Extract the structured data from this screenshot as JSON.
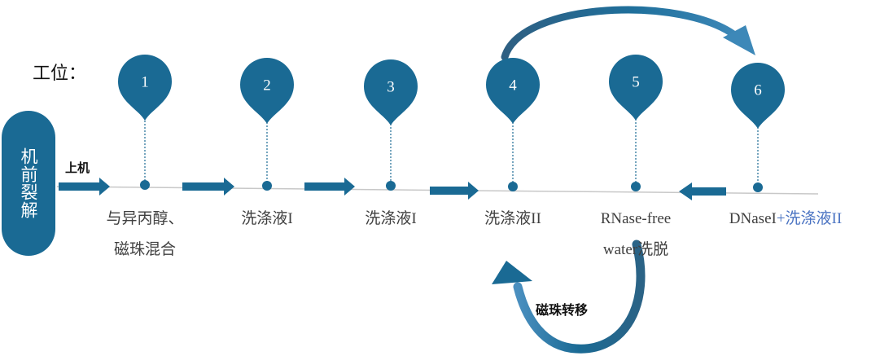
{
  "title": "工位：",
  "pre_step": "机前裂解",
  "load_label": "上机",
  "transfer_label": "磁珠转移",
  "stations": [
    {
      "num": "1",
      "line1": "与异丙醇、",
      "line2": "磁珠混合"
    },
    {
      "num": "2",
      "line1": "洗涤液I",
      "line2": ""
    },
    {
      "num": "3",
      "line1": "洗涤液I",
      "line2": ""
    },
    {
      "num": "4",
      "line1": "洗涤液II",
      "line2": ""
    },
    {
      "num": "5",
      "line1": "RNase-free",
      "line2": "water洗脱"
    },
    {
      "num": "6",
      "line1_a": "DNaseI",
      "line1_b": "+洗涤液II"
    }
  ],
  "colors": {
    "primary": "#1a6a94",
    "accent": "#4a73c2",
    "line": "#c8c8c8",
    "text": "#404040"
  }
}
